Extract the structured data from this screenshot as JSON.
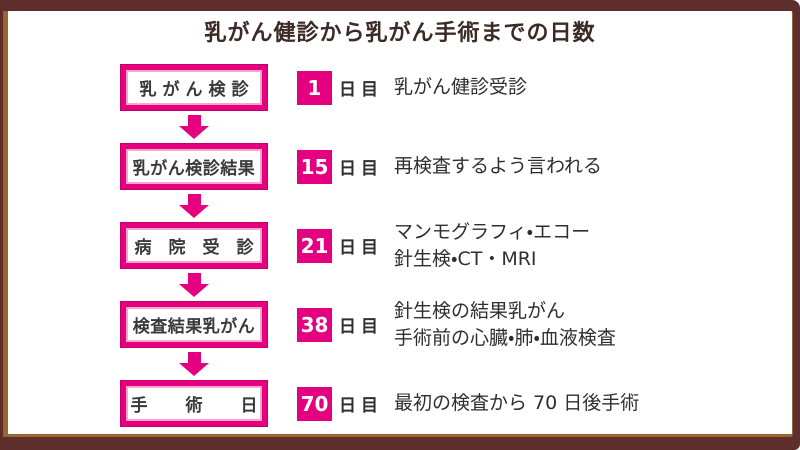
{
  "title": "乳がん健診から乳がん手術までの日数",
  "colors": {
    "accent_pink": "#e4007f",
    "accent_pink_light": "#f7a6cc",
    "frame_brown": "#5d2e2b",
    "frame_tan": "#9a6534",
    "title_color": "#3b2a26",
    "text_color": "#2f2f2f"
  },
  "steps": [
    {
      "box_label": "乳がん検診",
      "day_number": "1",
      "day_suffix": "日目",
      "description_lines": [
        "乳がん健診受診"
      ]
    },
    {
      "box_label": "乳がん検診結果",
      "day_number": "15",
      "day_suffix": "日目",
      "description_lines": [
        "再検査するよう言われる"
      ]
    },
    {
      "box_label": "病院受診",
      "day_number": "21",
      "day_suffix": "日目",
      "description_lines": [
        "マンモグラフィ・エコー",
        "針生検・CT・MRI"
      ]
    },
    {
      "box_label": "検査結果乳がん",
      "day_number": "38",
      "day_suffix": "日目",
      "description_lines": [
        "針生検の結果乳がん",
        "手術前の心臓・肺・血液検査"
      ]
    },
    {
      "box_label": "手術日",
      "day_number": "70",
      "day_suffix": "日目",
      "description_lines": [
        "最初の検査から 70 日後手術"
      ]
    }
  ]
}
